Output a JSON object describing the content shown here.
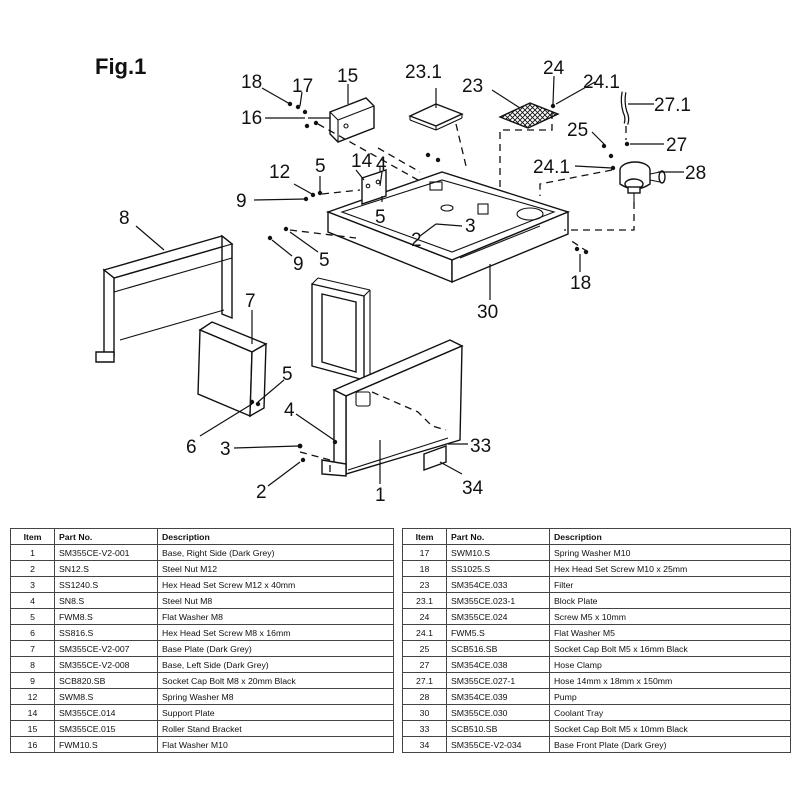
{
  "figure_title": "Fig.1",
  "callouts": [
    {
      "id": "c18a",
      "text": "18"
    },
    {
      "id": "c17",
      "text": "17"
    },
    {
      "id": "c15",
      "text": "15"
    },
    {
      "id": "c16",
      "text": "16"
    },
    {
      "id": "c231",
      "text": "23.1"
    },
    {
      "id": "c23",
      "text": "23"
    },
    {
      "id": "c24",
      "text": "24"
    },
    {
      "id": "c241a",
      "text": "24.1"
    },
    {
      "id": "c271",
      "text": "27.1"
    },
    {
      "id": "c25",
      "text": "25"
    },
    {
      "id": "c27",
      "text": "27"
    },
    {
      "id": "c241b",
      "text": "24.1"
    },
    {
      "id": "c28",
      "text": "28"
    },
    {
      "id": "c14",
      "text": "14"
    },
    {
      "id": "c4a",
      "text": "4"
    },
    {
      "id": "c12",
      "text": "12"
    },
    {
      "id": "c5a",
      "text": "5"
    },
    {
      "id": "c9a",
      "text": "9"
    },
    {
      "id": "c5b",
      "text": "5"
    },
    {
      "id": "c8",
      "text": "8"
    },
    {
      "id": "c2a",
      "text": "2"
    },
    {
      "id": "c3a",
      "text": "3"
    },
    {
      "id": "c9b",
      "text": "9"
    },
    {
      "id": "c5c",
      "text": "5"
    },
    {
      "id": "c18b",
      "text": "18"
    },
    {
      "id": "c30",
      "text": "30"
    },
    {
      "id": "c7",
      "text": "7"
    },
    {
      "id": "c5d",
      "text": "5"
    },
    {
      "id": "c4b",
      "text": "4"
    },
    {
      "id": "c6",
      "text": "6"
    },
    {
      "id": "c3b",
      "text": "3"
    },
    {
      "id": "c33",
      "text": "33"
    },
    {
      "id": "c2b",
      "text": "2"
    },
    {
      "id": "c34",
      "text": "34"
    },
    {
      "id": "c1",
      "text": "1"
    }
  ],
  "table": {
    "headers": [
      "Item",
      "Part No.",
      "Description"
    ],
    "left_rows": [
      [
        "1",
        "SM355CE-V2-001",
        "Base, Right Side (Dark Grey)"
      ],
      [
        "2",
        "SN12.S",
        "Steel Nut M12"
      ],
      [
        "3",
        "SS1240.S",
        "Hex Head Set Screw M12 x 40mm"
      ],
      [
        "4",
        "SN8.S",
        "Steel Nut M8"
      ],
      [
        "5",
        "FWM8.S",
        "Flat Washer M8"
      ],
      [
        "6",
        "SS816.S",
        "Hex Head Set Screw M8 x 16mm"
      ],
      [
        "7",
        "SM355CE-V2-007",
        "Base Plate (Dark Grey)"
      ],
      [
        "8",
        "SM355CE-V2-008",
        "Base, Left Side (Dark Grey)"
      ],
      [
        "9",
        "SCB820.SB",
        "Socket Cap Bolt M8 x 20mm Black"
      ],
      [
        "12",
        "SWM8.S",
        "Spring Washer M8"
      ],
      [
        "14",
        "SM355CE.014",
        "Support Plate"
      ],
      [
        "15",
        "SM355CE.015",
        "Roller Stand Bracket"
      ],
      [
        "16",
        "FWM10.S",
        "Flat Washer M10"
      ]
    ],
    "right_rows": [
      [
        "17",
        "SWM10.S",
        "Spring Washer M10"
      ],
      [
        "18",
        "SS1025.S",
        "Hex Head Set Screw M10 x 25mm"
      ],
      [
        "23",
        "SM354CE.033",
        "Filter"
      ],
      [
        "23.1",
        "SM355CE.023-1",
        "Block Plate"
      ],
      [
        "24",
        "SM355CE.024",
        "Screw M5 x 10mm"
      ],
      [
        "24.1",
        "FWM5.S",
        "Flat Washer M5"
      ],
      [
        "25",
        "SCB516.SB",
        "Socket Cap Bolt M5 x 16mm Black"
      ],
      [
        "27",
        "SM354CE.038",
        "Hose Clamp"
      ],
      [
        "27.1",
        "SM355CE.027-1",
        "Hose 14mm x 18mm x 150mm"
      ],
      [
        "28",
        "SM354CE.039",
        "Pump"
      ],
      [
        "30",
        "SM355CE.030",
        "Coolant Tray"
      ],
      [
        "33",
        "SCB510.SB",
        "Socket Cap Bolt M5 x 10mm Black"
      ],
      [
        "34",
        "SM355CE-V2-034",
        "Base Front Plate (Dark Grey)"
      ]
    ]
  }
}
